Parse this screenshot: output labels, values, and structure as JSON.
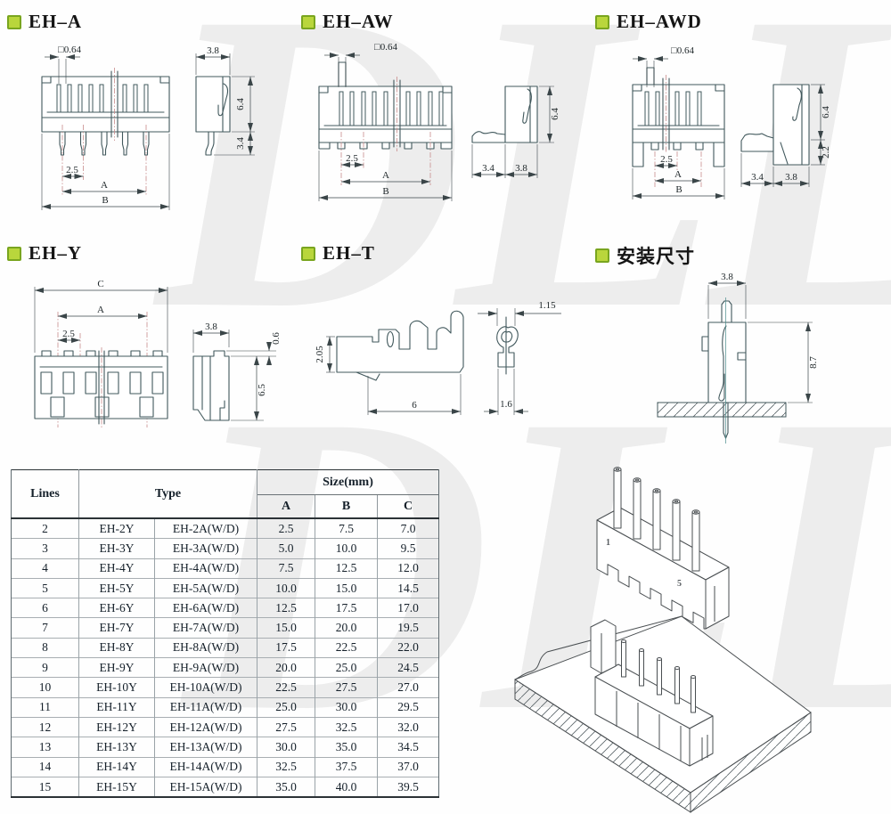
{
  "watermark": {
    "text": "DLL"
  },
  "sections": {
    "eh_a": {
      "title": "EH–A",
      "dims": {
        "pin": "□0.64",
        "pitch": "2.5",
        "a": "A",
        "b": "B",
        "side_w": "3.8",
        "side_h": "6.4",
        "pin_len": "3.4"
      }
    },
    "eh_aw": {
      "title": "EH–AW",
      "dims": {
        "pin": "□0.64",
        "pitch": "2.5",
        "a": "A",
        "b": "B",
        "side_h": "6.4",
        "foot": "3.4",
        "side_w": "3.8"
      }
    },
    "eh_awd": {
      "title": "EH–AWD",
      "dims": {
        "pin": "□0.64",
        "pitch": "2.5",
        "a": "A",
        "b": "B",
        "side_h": "6.4",
        "lower_h": "2.2",
        "foot": "3.4",
        "side_w": "3.8"
      }
    },
    "eh_y": {
      "title": "EH–Y",
      "dims": {
        "c": "C",
        "a": "A",
        "pitch": "2.5",
        "side_w": "3.8",
        "lip": "0.6",
        "side_h": "6.5"
      }
    },
    "eh_t": {
      "title": "EH–T",
      "dims": {
        "h": "2.05",
        "len": "6",
        "tab": "1.15",
        "w": "1.6"
      }
    },
    "mount": {
      "title": "安装尺寸",
      "dims": {
        "w": "3.8",
        "h": "8.7"
      }
    }
  },
  "table": {
    "col_lines": "Lines",
    "col_type": "Type",
    "col_size": "Size(mm)",
    "col_a": "A",
    "col_b": "B",
    "col_c": "C",
    "rows": [
      [
        "2",
        "EH-2Y",
        "EH-2A(W/D)",
        "2.5",
        "7.5",
        "7.0"
      ],
      [
        "3",
        "EH-3Y",
        "EH-3A(W/D)",
        "5.0",
        "10.0",
        "9.5"
      ],
      [
        "4",
        "EH-4Y",
        "EH-4A(W/D)",
        "7.5",
        "12.5",
        "12.0"
      ],
      [
        "5",
        "EH-5Y",
        "EH-5A(W/D)",
        "10.0",
        "15.0",
        "14.5"
      ],
      [
        "6",
        "EH-6Y",
        "EH-6A(W/D)",
        "12.5",
        "17.5",
        "17.0"
      ],
      [
        "7",
        "EH-7Y",
        "EH-7A(W/D)",
        "15.0",
        "20.0",
        "19.5"
      ],
      [
        "8",
        "EH-8Y",
        "EH-8A(W/D)",
        "17.5",
        "22.5",
        "22.0"
      ],
      [
        "9",
        "EH-9Y",
        "EH-9A(W/D)",
        "20.0",
        "25.0",
        "24.5"
      ],
      [
        "10",
        "EH-10Y",
        "EH-10A(W/D)",
        "22.5",
        "27.5",
        "27.0"
      ],
      [
        "11",
        "EH-11Y",
        "EH-11A(W/D)",
        "25.0",
        "30.0",
        "29.5"
      ],
      [
        "12",
        "EH-12Y",
        "EH-12A(W/D)",
        "27.5",
        "32.5",
        "32.0"
      ],
      [
        "13",
        "EH-13Y",
        "EH-13A(W/D)",
        "30.0",
        "35.0",
        "34.5"
      ],
      [
        "14",
        "EH-14Y",
        "EH-14A(W/D)",
        "32.5",
        "37.5",
        "37.0"
      ],
      [
        "15",
        "EH-15Y",
        "EH-15A(W/D)",
        "35.0",
        "40.0",
        "39.5"
      ]
    ]
  },
  "iso": {
    "pin_first": "1",
    "pin_last": "5"
  },
  "colors": {
    "accent_green": "#b9d63c",
    "accent_green_border": "#79a51f",
    "line": "#41585c",
    "dim": "#3a4548",
    "text": "#15202a",
    "watermark": "#ededed",
    "centerline": "#c98b8b"
  }
}
